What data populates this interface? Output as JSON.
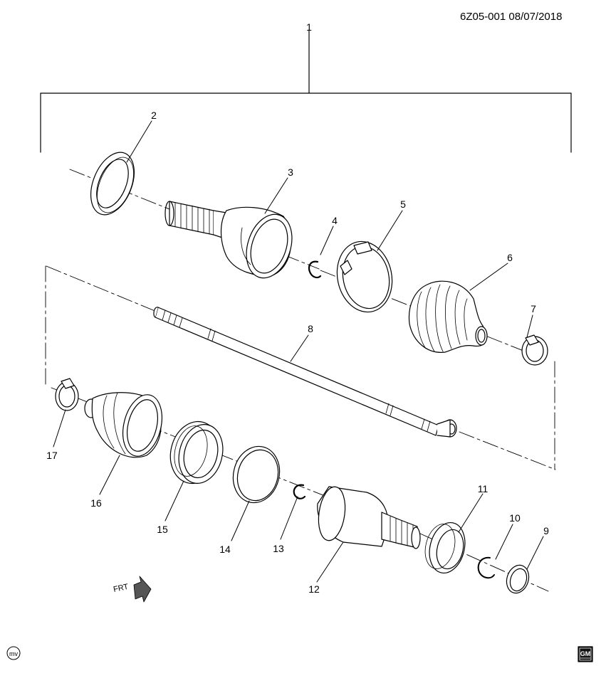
{
  "diagram": {
    "reference_code": "6Z05-001",
    "date": "08/07/2018",
    "callouts": [
      "1",
      "2",
      "3",
      "4",
      "5",
      "6",
      "7",
      "8",
      "9",
      "10",
      "11",
      "12",
      "13",
      "14",
      "15",
      "16",
      "17"
    ],
    "front_marker": "FRT",
    "corner_mark_left": "mv",
    "logo_letters": "GM"
  }
}
